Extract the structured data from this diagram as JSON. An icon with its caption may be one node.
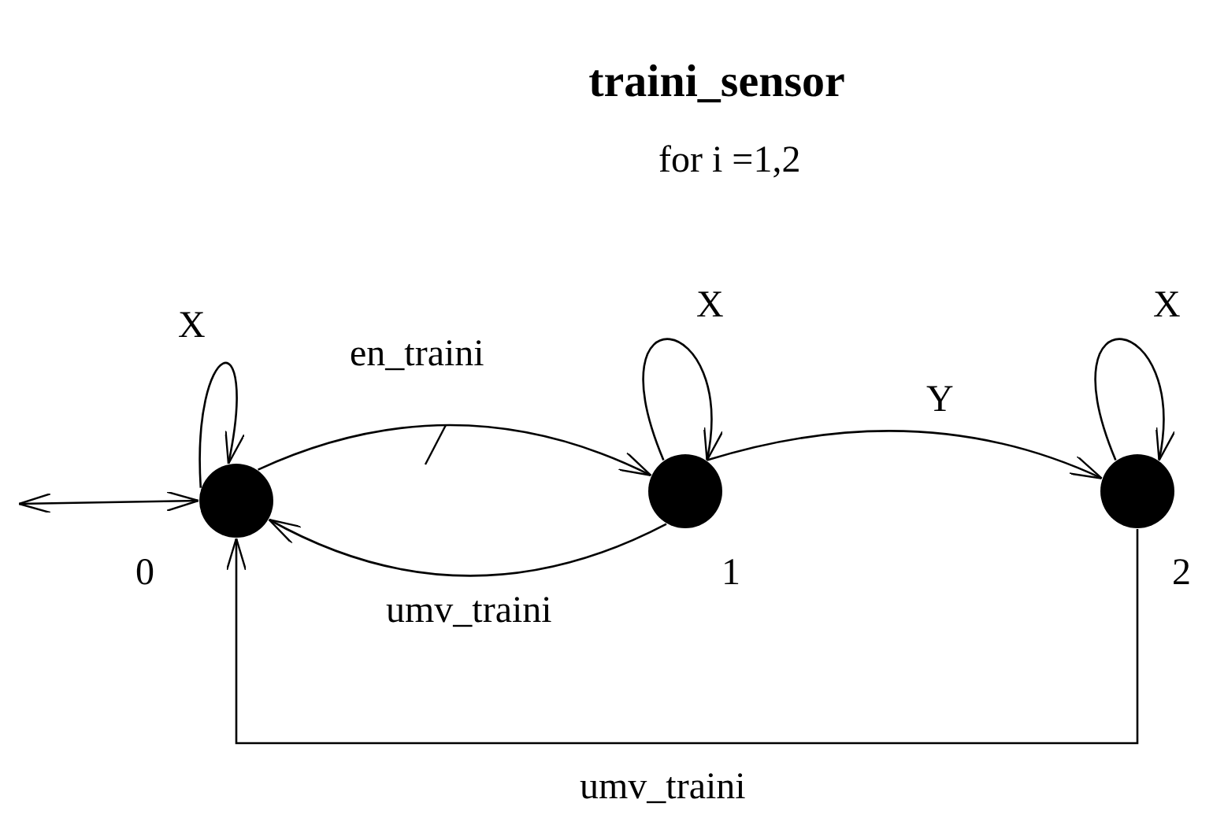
{
  "diagram": {
    "title": "traini_sensor",
    "nodes": [
      {
        "text": [],
        "shape": "circle",
        "beside": [
          "0"
        ]
      },
      {
        "text": [],
        "shape": "circle",
        "beside": [
          "1"
        ]
      },
      {
        "text": [],
        "shape": "circle",
        "beside": [
          "2"
        ]
      }
    ],
    "edges": [
      {
        "from": null,
        "to": 0,
        "arrow": "both"
      },
      {
        "from": 0,
        "to": 0,
        "label": "X",
        "arrow": "to"
      },
      {
        "from": 1,
        "to": 1,
        "label": "X",
        "arrow": "to"
      },
      {
        "from": 2,
        "to": 2,
        "label": "X",
        "arrow": "to"
      },
      {
        "from": 0,
        "to": 1,
        "label": "en_traini",
        "arrow": "to"
      },
      {
        "from": 1,
        "to": 0,
        "label": "umv_traini",
        "arrow": "to"
      },
      {
        "from": 1,
        "to": 2,
        "label": "Y",
        "arrow": "to"
      },
      {
        "from": 2,
        "to": 0,
        "label": "umv_traini",
        "arrow": "to"
      }
    ],
    "labels": [
      "for i =1,2"
    ]
  }
}
